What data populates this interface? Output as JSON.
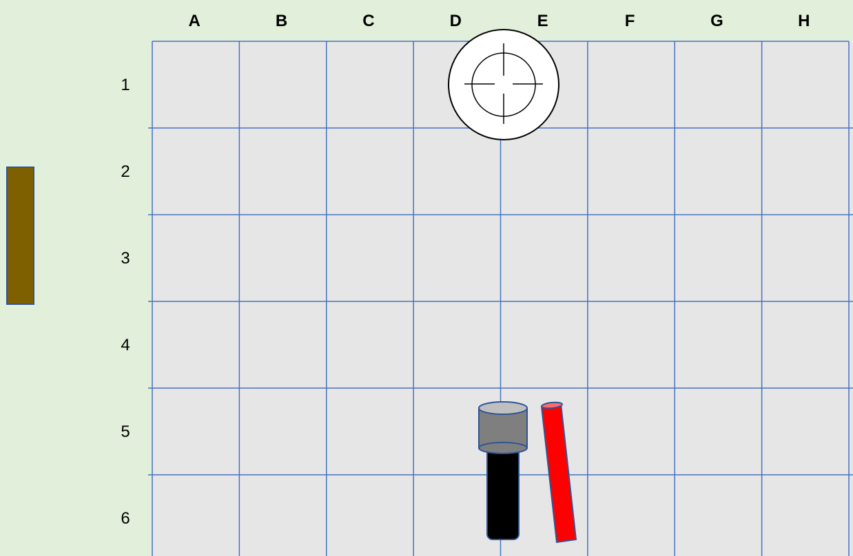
{
  "board": {
    "columns": [
      "A",
      "B",
      "C",
      "D",
      "E",
      "F",
      "G",
      "H"
    ],
    "rows": [
      "1",
      "2",
      "3",
      "4",
      "5",
      "6"
    ]
  },
  "colors": {
    "background": "#e2efda",
    "grid_fill": "#e7e6e6",
    "grid_line": "#4472c4",
    "side_block": "#7f6000",
    "block_border": "#2f5597",
    "cap_top": "#bfbfbf",
    "cap_body": "#7f7f7f",
    "handle": "#000000",
    "red_stick": "#ff0000"
  },
  "pieces": {
    "target": {
      "icon": "crosshair-icon"
    },
    "side_block": {
      "icon": "brown-block"
    },
    "marker": {
      "icon": "marker-pen"
    },
    "stick": {
      "icon": "red-stick"
    }
  }
}
